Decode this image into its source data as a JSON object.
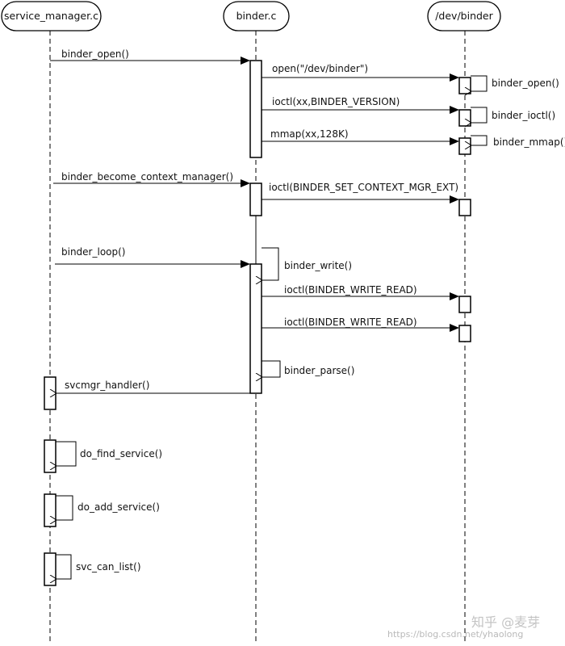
{
  "participants": {
    "service_manager": "service_manager.c",
    "binder_c": "binder.c",
    "dev_binder": "/dev/binder"
  },
  "messages": {
    "binder_open_call": "binder_open()",
    "open_dev": "open(\"/dev/binder\")",
    "binder_open_self": "binder_open()",
    "ioctl_version": "ioctl(xx,BINDER_VERSION)",
    "binder_ioctl_self": "binder_ioctl()",
    "mmap_call": "mmap(xx,128K)",
    "binder_mmap_self": "binder_mmap()",
    "become_ctx_mgr": "binder_become_context_manager()",
    "ioctl_ctx_mgr": "ioctl(BINDER_SET_CONTEXT_MGR_EXT)",
    "binder_loop": "binder_loop()",
    "binder_write": "binder_write()",
    "ioctl_write_read_1": "ioctl(BINDER_WRITE_READ)",
    "ioctl_write_read_2": "ioctl(BINDER_WRITE_READ)",
    "binder_parse": "binder_parse()",
    "svcmgr_handler": "svcmgr_handler()",
    "do_find_service": "do_find_service()",
    "do_add_service": "do_add_service()",
    "svc_can_list": "svc_can_list()"
  },
  "watermark": {
    "brand": "知乎 @麦芽",
    "url": "https://blog.csdn.net/yhaolong"
  }
}
